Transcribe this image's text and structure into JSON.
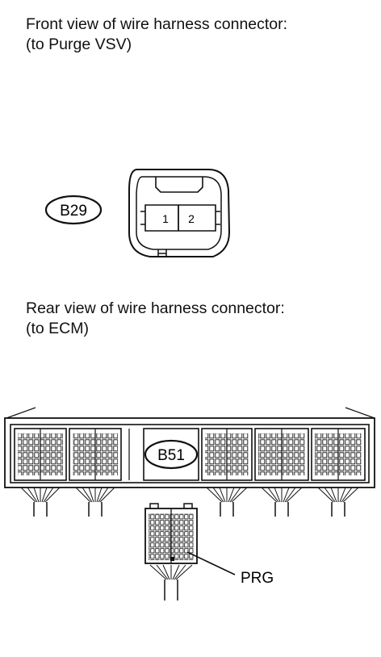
{
  "front_view": {
    "heading_line1": "Front view of wire harness connector:",
    "heading_line2": "(to Purge VSV)",
    "connector_code": "B29",
    "pins": [
      "1",
      "2"
    ]
  },
  "rear_view": {
    "heading_line1": "Rear view of wire harness connector:",
    "heading_line2": "(to ECM)",
    "connector_code": "B51",
    "terminal_label": "PRG"
  }
}
